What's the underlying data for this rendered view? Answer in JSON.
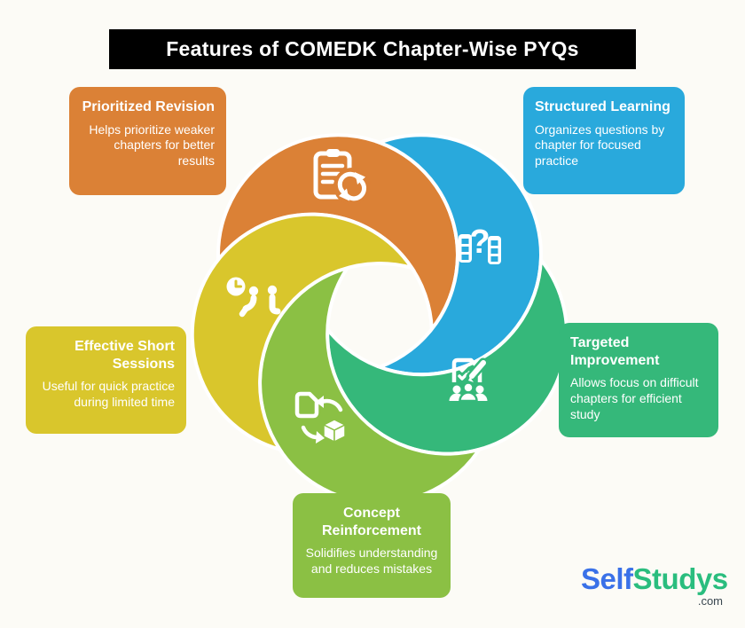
{
  "title_bar": {
    "text": "Features of COMEDK Chapter-Wise PYQs",
    "bg": "#000000",
    "text_color": "#FFFFFF"
  },
  "cards": [
    {
      "id": "prioritized-revision",
      "heading": "Prioritized Revision",
      "body": "Helps prioritize weaker chapters for better results",
      "color": "#DB8136"
    },
    {
      "id": "structured-learning",
      "heading": "Structured Learning",
      "body": "Organizes questions by chapter for focused practice",
      "color": "#29A9DC"
    },
    {
      "id": "effective-short-sessions",
      "heading": "Effective Short Sessions",
      "body": "Useful for quick practice during limited time",
      "color": "#D9C62C"
    },
    {
      "id": "targeted-improvement",
      "heading": "Targeted Improvement",
      "body": "Allows focus on difficult chapters for efficient study",
      "color": "#35B87A"
    },
    {
      "id": "concept-reinforcement",
      "heading": "Concept Reinforcement",
      "body": "Solidifies understanding and reduces mistakes",
      "color": "#8BC044"
    }
  ],
  "pinwheel": {
    "petals": [
      {
        "id": "orange",
        "color": "#DB8136",
        "angle": 126,
        "icon": "clipboard-sync-icon"
      },
      {
        "id": "blue",
        "color": "#29A9DC",
        "angle": 54,
        "icon": "question-lists-icon"
      },
      {
        "id": "green",
        "color": "#35B87A",
        "angle": -18,
        "icon": "checklist-people-icon"
      },
      {
        "id": "lightgreen",
        "color": "#8BC044",
        "angle": 270,
        "icon": "document-cube-sync-icon"
      },
      {
        "id": "yellow",
        "color": "#D9C62C",
        "angle": 198,
        "icon": "clock-people-icon"
      }
    ],
    "stroke_color": "#FFFFFF"
  },
  "logo": {
    "part1": "Self",
    "part2": "Studys",
    "suffix": ".com",
    "part1_color": "#3A71E8",
    "part2_color": "#2ABD7E",
    "suffix_color": "#3A4750"
  },
  "page_background": "#FCFBF6"
}
